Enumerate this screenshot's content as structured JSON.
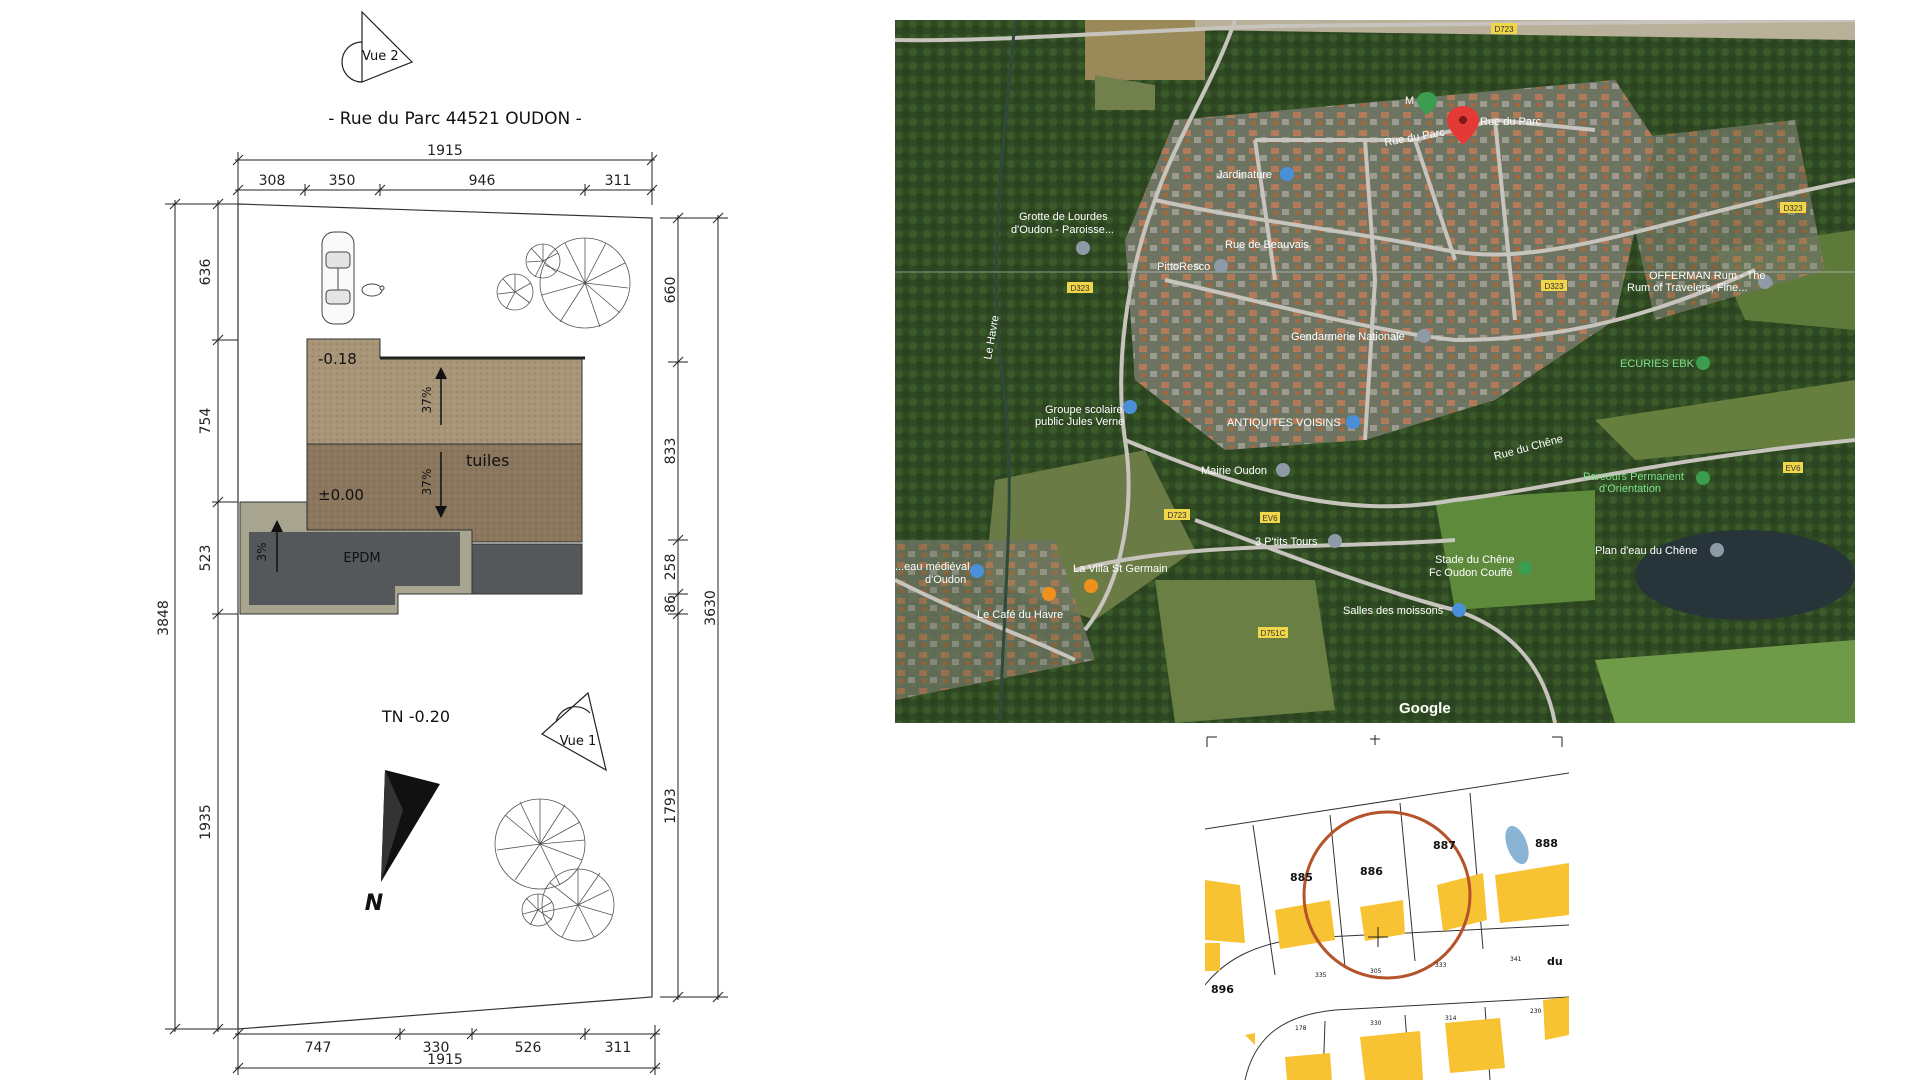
{
  "plan": {
    "title": "- Rue du Parc 44521 OUDON -",
    "view2_label": "Vue 2",
    "view1_label": "Vue 1",
    "north_label": "N",
    "tn_label": "TN -0.20",
    "roof_upper_level": "-0.18",
    "roof_lower_level": "±0.00",
    "roof_material": "tuiles",
    "roof_slope_upper": "37%",
    "roof_slope_lower": "37%",
    "flat_slope": "3%",
    "flat_material": "EPDM",
    "top_total": "1915",
    "top_segments": [
      "308",
      "350",
      "946",
      "311"
    ],
    "bottom_segments": [
      "747",
      "330",
      "526",
      "311"
    ],
    "bottom_total": "1915",
    "left_total": "3848",
    "left_segments": [
      "636",
      "754",
      "523",
      "1935"
    ],
    "right_segments": [
      "660",
      "833",
      "258",
      "86",
      "1793"
    ],
    "right_total": "3630",
    "colors": {
      "roof_upper": "#a89477",
      "roof_lower": "#8a775e",
      "epdm": "#55585a",
      "epdm_border": "#a7a48f"
    }
  },
  "aerial": {
    "pois": {
      "rue_du_parc": "Rue du Parc",
      "rue_du_parc2": "Rue du Parc",
      "jardinature": "Jardinature",
      "grotte": "Grotte de Lourdes\nd'Oudon - Paroisse...",
      "grotte1": "Grotte de Lourdes",
      "grotte2": "d'Oudon - Paroisse...",
      "pittoresco": "PittoResco",
      "rue_beauvais": "Rue de Beauvais",
      "offerman": "OFFERMAN Rum - The",
      "offerman2": "Rum of Travelers, Fine...",
      "gendarmerie": "Gendarmerie Nationale",
      "ecuries": "ECURIES EBK",
      "groupe1": "Groupe scolaire",
      "groupe2": "public Jules Verne",
      "antiquites": "ANTIQUITES VOISINS",
      "mairie": "Mairie Oudon",
      "rue_du_chene": "Rue du Chêne",
      "parcours1": "Parcours Permanent",
      "parcours2": "d'Orientation",
      "plan_eau": "Plan d'eau du Chêne",
      "chateau1": "...eau médiéval",
      "chateau2": "d'Oudon",
      "villa": "La Villa St Germain",
      "trois_p": "3 P'tits Tours",
      "stade1": "Stade du Chêne",
      "stade2": "Fc Oudon Couffé",
      "cafe": "Le Café du Havre",
      "salles": "Salles des moissons",
      "le_havre": "Le Havre",
      "m_label": "M",
      "google": "Google"
    },
    "roads": [
      "D723",
      "D323",
      "D323",
      "D323",
      "D723",
      "D751C",
      "EV6",
      "EV6"
    ]
  },
  "cadastre": {
    "parcels": [
      "885",
      "886",
      "887",
      "888",
      "896"
    ],
    "street_fragment": "du",
    "small_numbers": [
      "335",
      "305",
      "333",
      "341",
      "178",
      "330",
      "314",
      "230"
    ],
    "colors": {
      "building": "#f7c333",
      "circle": "#b5532a",
      "pond": "#8ab4d4"
    }
  }
}
